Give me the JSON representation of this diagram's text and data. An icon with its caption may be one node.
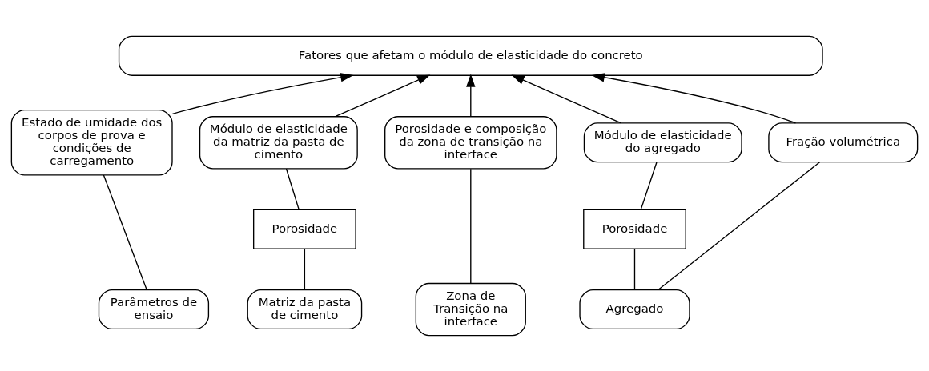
{
  "diagram": {
    "nodes": [
      {
        "text": [
          "Fatores que afetam o módulo de elasticidade do concreto"
        ]
      },
      {
        "text": [
          "Estado de umidade dos corpos de prova e condições de carregamento"
        ]
      },
      {
        "text": [
          "Módulo de elasticidade da matriz da pasta de cimento"
        ]
      },
      {
        "text": [
          "Porosidade e composição da zona de transição na interface"
        ]
      },
      {
        "text": [
          "Módulo de elasticidade do agregado"
        ]
      },
      {
        "text": [
          "Fração volumétrica"
        ]
      },
      {
        "text": [
          "Porosidade"
        ]
      },
      {
        "text": [
          "Porosidade"
        ]
      },
      {
        "text": [
          "Parâmetros de ensaio"
        ]
      },
      {
        "text": [
          "Matriz da pasta de cimento"
        ]
      },
      {
        "text": [
          "Zona de Transição na interface"
        ]
      },
      {
        "text": [
          "Agregado"
        ]
      }
    ],
    "edges": [
      {
        "from": 1,
        "to": 0,
        "arrow": "to"
      },
      {
        "from": 2,
        "to": 0,
        "arrow": "to"
      },
      {
        "from": 3,
        "to": 0,
        "arrow": "to"
      },
      {
        "from": 4,
        "to": 0,
        "arrow": "to"
      },
      {
        "from": 5,
        "to": 0,
        "arrow": "to"
      },
      {
        "from": 8,
        "to": 1,
        "arrow": "none"
      },
      {
        "from": 6,
        "to": 2,
        "arrow": "none"
      },
      {
        "from": 9,
        "to": 6,
        "arrow": "none"
      },
      {
        "from": 10,
        "to": 3,
        "arrow": "none"
      },
      {
        "from": 7,
        "to": 4,
        "arrow": "none"
      },
      {
        "from": 11,
        "to": 7,
        "arrow": "none"
      },
      {
        "from": 11,
        "to": 5,
        "arrow": "none"
      }
    ]
  }
}
